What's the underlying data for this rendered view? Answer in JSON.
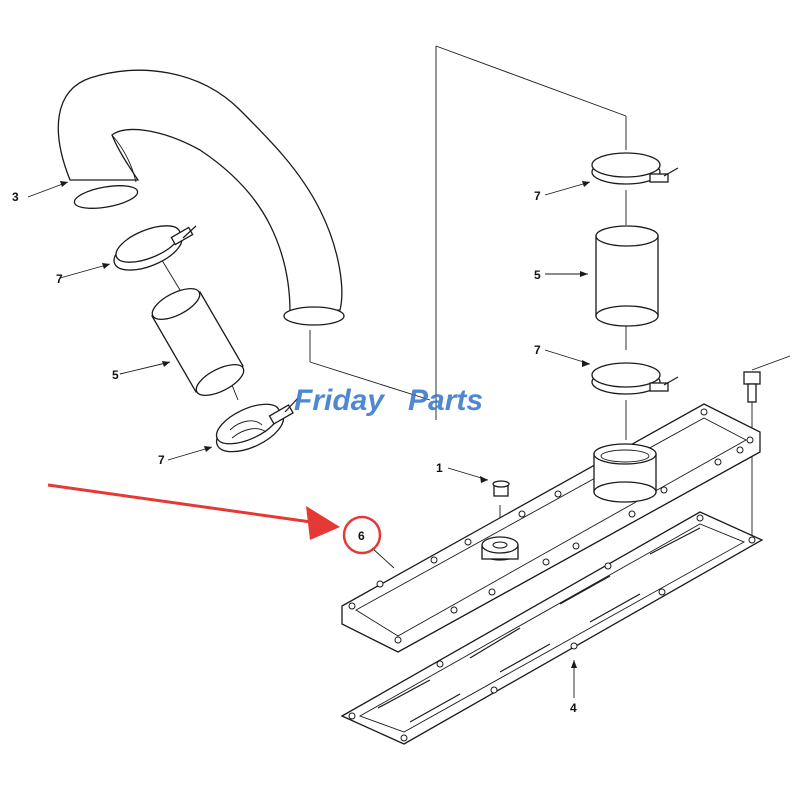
{
  "watermark": {
    "part1": "Friday",
    "part2": "Parts",
    "color": "#2f74c9"
  },
  "highlight_color": "#e53935",
  "callouts": {
    "c3": "3",
    "c7_left_upper": "7",
    "c5_left": "5",
    "c7_left_lower": "7",
    "c7_right_upper": "7",
    "c5_right": "5",
    "c7_right_lower": "7",
    "c1": "1",
    "c6": "6",
    "c4": "4"
  }
}
